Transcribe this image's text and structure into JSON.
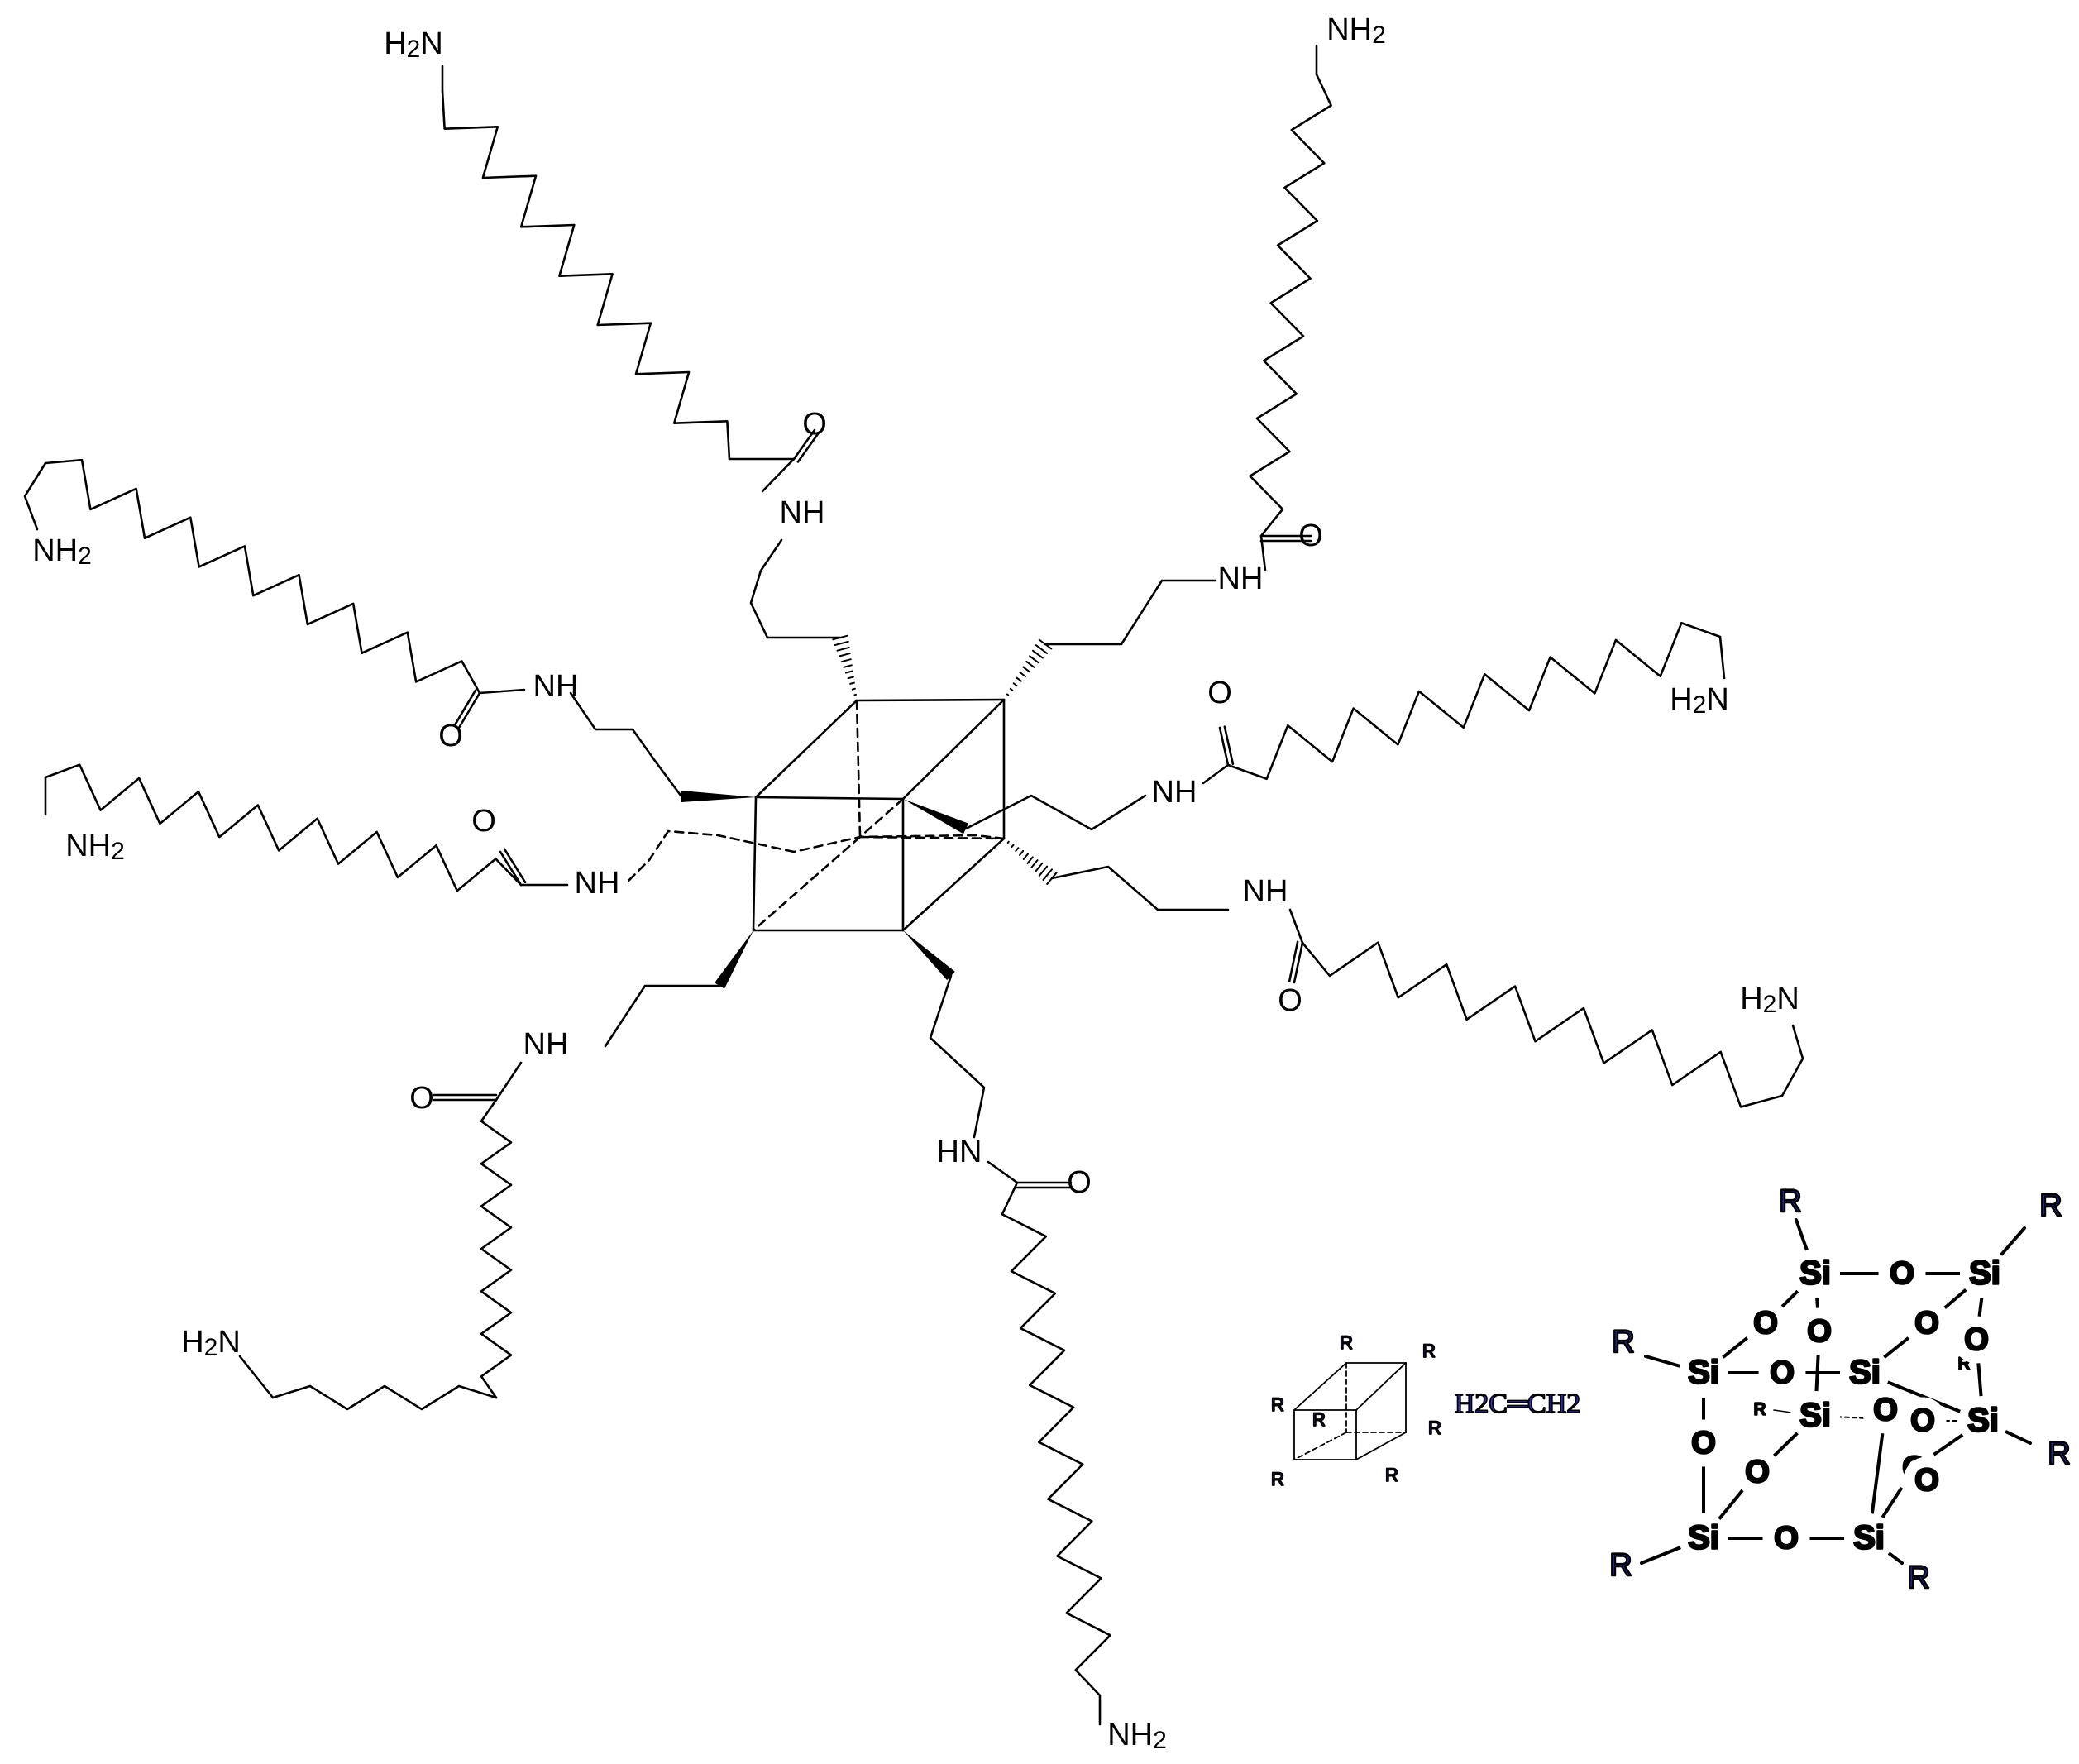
{
  "colors": {
    "ink": "#000000",
    "substituent": "#3333cc",
    "background": "#ffffff"
  },
  "labels": {
    "nh2": "NH2",
    "h2n": "H2N",
    "nh": "NH",
    "hn": "HN",
    "o": "O",
    "r": "R",
    "si": "Si",
    "h2": "H2",
    "ethylene": "H2C═CH2"
  }
}
